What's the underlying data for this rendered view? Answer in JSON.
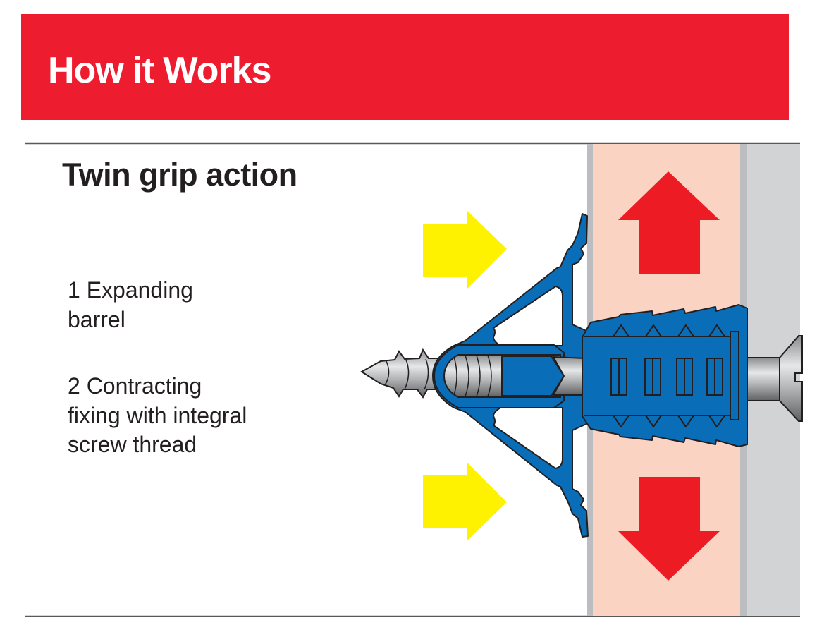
{
  "header": {
    "title": "How it Works"
  },
  "section": {
    "title": "Twin grip action"
  },
  "items": [
    {
      "number": "1",
      "text": "Expanding barrel"
    },
    {
      "number": "2",
      "text": "Contracting fixing with integral screw thread"
    }
  ],
  "colors": {
    "brand_red": "#ED1C2E",
    "fixing_blue": "#0A6DB7",
    "arrow_yellow": "#FFF200",
    "arrow_red": "#ED1C24",
    "board_pink": "#FBD3C2",
    "wall_gray": "#D1D3D4"
  }
}
